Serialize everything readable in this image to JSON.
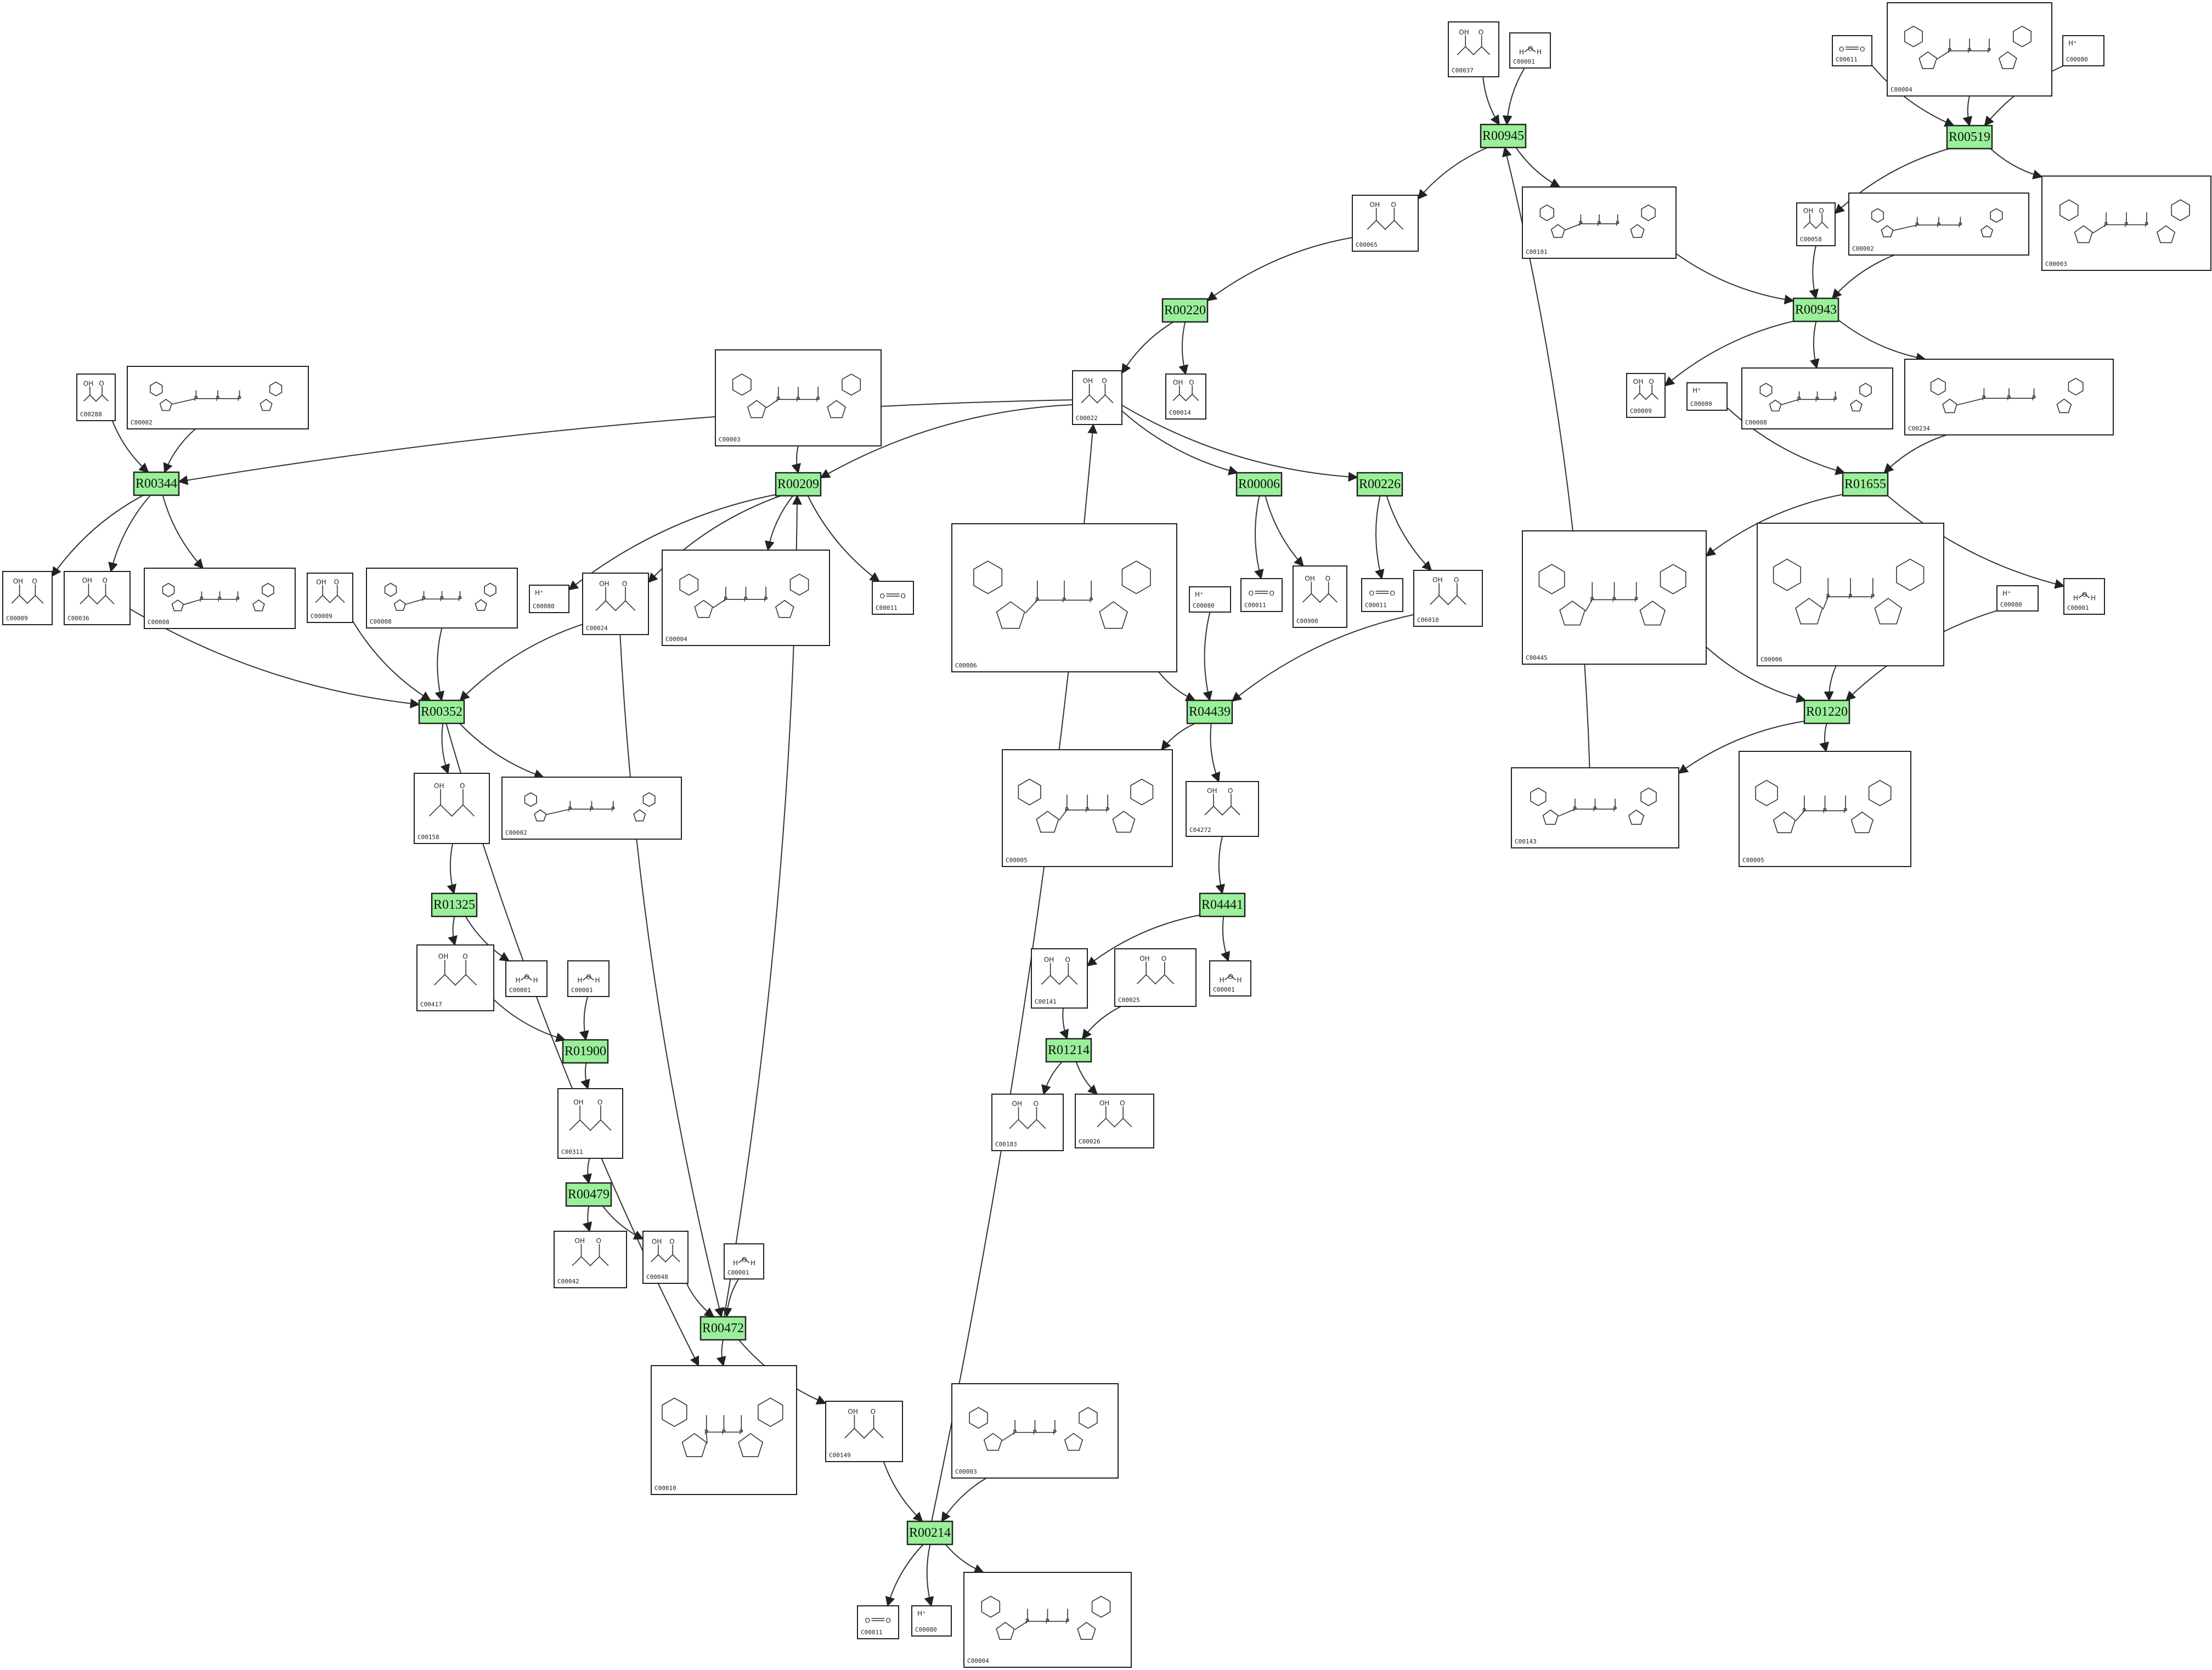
{
  "reactions": [
    {
      "id": "R00945",
      "label": "R00945"
    },
    {
      "id": "R00519",
      "label": "R00519"
    },
    {
      "id": "R00220",
      "label": "R00220"
    },
    {
      "id": "R00943",
      "label": "R00943"
    },
    {
      "id": "R00344",
      "label": "R00344"
    },
    {
      "id": "R00209",
      "label": "R00209"
    },
    {
      "id": "R00006",
      "label": "R00006"
    },
    {
      "id": "R00226",
      "label": "R00226"
    },
    {
      "id": "R01655",
      "label": "R01655"
    },
    {
      "id": "R00352",
      "label": "R00352"
    },
    {
      "id": "R04439",
      "label": "R04439"
    },
    {
      "id": "R01220",
      "label": "R01220"
    },
    {
      "id": "R01325",
      "label": "R01325"
    },
    {
      "id": "R04441",
      "label": "R04441"
    },
    {
      "id": "R01900",
      "label": "R01900"
    },
    {
      "id": "R01214",
      "label": "R01214"
    },
    {
      "id": "R00479",
      "label": "R00479"
    },
    {
      "id": "R00472",
      "label": "R00472"
    },
    {
      "id": "R00214",
      "label": "R00214"
    }
  ],
  "compounds": [
    {
      "key": "c00037_a",
      "id": "C00037",
      "kind": "small",
      "header": ""
    },
    {
      "key": "c00001_a",
      "id": "C00001",
      "kind": "water",
      "header": ""
    },
    {
      "key": "c00011_a",
      "id": "C00011",
      "kind": "co2",
      "header": ""
    },
    {
      "key": "c00004_a",
      "id": "C00004",
      "kind": "big",
      "header": ""
    },
    {
      "key": "c00080_a",
      "id": "C00080",
      "kind": "text",
      "header": "H⁺"
    },
    {
      "key": "c00065_a",
      "id": "C00065",
      "kind": "small",
      "header": ""
    },
    {
      "key": "c00101_a",
      "id": "C00101",
      "kind": "wide",
      "header": ""
    },
    {
      "key": "c00058_a",
      "id": "C00058",
      "kind": "small",
      "header": ""
    },
    {
      "key": "c00002_a",
      "id": "C00002",
      "kind": "big",
      "header": ""
    },
    {
      "key": "c00003_a",
      "id": "C00003",
      "kind": "big",
      "header": ""
    },
    {
      "key": "c00288_a",
      "id": "C00288",
      "kind": "small",
      "header": ""
    },
    {
      "key": "c00002_b",
      "id": "C00002",
      "kind": "big",
      "header": ""
    },
    {
      "key": "c00003_b",
      "id": "C00003",
      "kind": "big",
      "header": ""
    },
    {
      "key": "c00022_a",
      "id": "C00022",
      "kind": "small",
      "header": ""
    },
    {
      "key": "c00014_a",
      "id": "C00014",
      "kind": "small",
      "header": ""
    },
    {
      "key": "c00009_a",
      "id": "C00009",
      "kind": "small",
      "header": ""
    },
    {
      "key": "c00008_a",
      "id": "C00008",
      "kind": "big",
      "header": ""
    },
    {
      "key": "c00080_b",
      "id": "C00080",
      "kind": "text",
      "header": "H⁺"
    },
    {
      "key": "c00234_a",
      "id": "C00234",
      "kind": "wide",
      "header": ""
    },
    {
      "key": "c00009_b",
      "id": "C00009",
      "kind": "small",
      "header": ""
    },
    {
      "key": "c00036_a",
      "id": "C00036",
      "kind": "small",
      "header": ""
    },
    {
      "key": "c00008_b",
      "id": "C00008",
      "kind": "big",
      "header": ""
    },
    {
      "key": "c00009_c",
      "id": "C00009",
      "kind": "small",
      "header": ""
    },
    {
      "key": "c00008_c",
      "id": "C00008",
      "kind": "big",
      "header": ""
    },
    {
      "key": "c00080_c",
      "id": "C00080",
      "kind": "text",
      "header": "H⁺"
    },
    {
      "key": "c00024_a",
      "id": "C00024",
      "kind": "small",
      "header": ""
    },
    {
      "key": "c00004_b",
      "id": "C00004",
      "kind": "big",
      "header": ""
    },
    {
      "key": "c00011_b",
      "id": "C00011",
      "kind": "co2",
      "header": ""
    },
    {
      "key": "c00006_a",
      "id": "C00006",
      "kind": "big",
      "header": ""
    },
    {
      "key": "c00080_d",
      "id": "C00080",
      "kind": "text",
      "header": "H⁺"
    },
    {
      "key": "c00011_c",
      "id": "C00011",
      "kind": "co2",
      "header": ""
    },
    {
      "key": "c00900_a",
      "id": "C00900",
      "kind": "small",
      "header": ""
    },
    {
      "key": "c00011_d",
      "id": "C00011",
      "kind": "co2",
      "header": ""
    },
    {
      "key": "c06010_a",
      "id": "C06010",
      "kind": "small",
      "header": ""
    },
    {
      "key": "c00445_a",
      "id": "C00445",
      "kind": "wide",
      "header": ""
    },
    {
      "key": "c00006_b",
      "id": "C00006",
      "kind": "big",
      "header": ""
    },
    {
      "key": "c00080_e",
      "id": "C00080",
      "kind": "text",
      "header": "H⁺"
    },
    {
      "key": "c00001_b",
      "id": "C00001",
      "kind": "water",
      "header": ""
    },
    {
      "key": "c00158_a",
      "id": "C00158",
      "kind": "small",
      "header": ""
    },
    {
      "key": "c00002_c",
      "id": "C00002",
      "kind": "big",
      "header": ""
    },
    {
      "key": "c00005_a",
      "id": "C00005",
      "kind": "big",
      "header": ""
    },
    {
      "key": "c04272_a",
      "id": "C04272",
      "kind": "small",
      "header": ""
    },
    {
      "key": "c00143_a",
      "id": "C00143",
      "kind": "wide",
      "header": ""
    },
    {
      "key": "c00005_b",
      "id": "C00005",
      "kind": "big",
      "header": ""
    },
    {
      "key": "c00417_a",
      "id": "C00417",
      "kind": "small",
      "header": ""
    },
    {
      "key": "c00001_c",
      "id": "C00001",
      "kind": "water",
      "header": ""
    },
    {
      "key": "c00001_d",
      "id": "C00001",
      "kind": "water",
      "header": ""
    },
    {
      "key": "c00141_a",
      "id": "C00141",
      "kind": "small",
      "header": ""
    },
    {
      "key": "c00025_a",
      "id": "C00025",
      "kind": "small",
      "header": ""
    },
    {
      "key": "c00001_e",
      "id": "C00001",
      "kind": "water",
      "header": ""
    },
    {
      "key": "c00311_a",
      "id": "C00311",
      "kind": "small",
      "header": ""
    },
    {
      "key": "c00183_a",
      "id": "C00183",
      "kind": "small",
      "header": ""
    },
    {
      "key": "c00026_a",
      "id": "C00026",
      "kind": "small",
      "header": ""
    },
    {
      "key": "c00042_a",
      "id": "C00042",
      "kind": "small",
      "header": ""
    },
    {
      "key": "c00048_a",
      "id": "C00048",
      "kind": "small",
      "header": ""
    },
    {
      "key": "c00001_f",
      "id": "C00001",
      "kind": "water",
      "header": ""
    },
    {
      "key": "c00010_a",
      "id": "C00010",
      "kind": "big",
      "header": ""
    },
    {
      "key": "c00149_a",
      "id": "C00149",
      "kind": "small",
      "header": ""
    },
    {
      "key": "c00003_c",
      "id": "C00003",
      "kind": "big",
      "header": ""
    },
    {
      "key": "c00011_e",
      "id": "C00011",
      "kind": "co2",
      "header": ""
    },
    {
      "key": "c00080_f",
      "id": "C00080",
      "kind": "text",
      "header": "H⁺"
    },
    {
      "key": "c00004_c",
      "id": "C00004",
      "kind": "big",
      "header": ""
    }
  ]
}
